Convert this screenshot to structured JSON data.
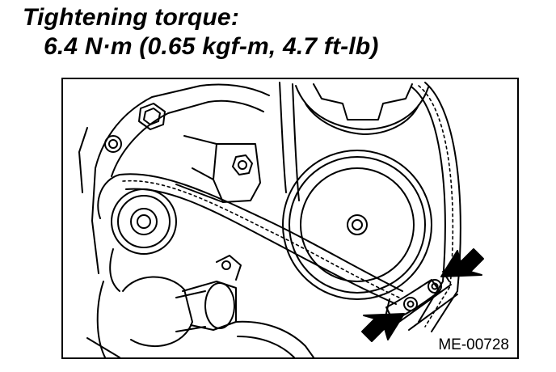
{
  "heading": {
    "line1": "Tightening torque:",
    "line2": "6.4 N·m (0.65 kgf-m, 4.7 ft-lb)"
  },
  "figure": {
    "code": "ME-00728",
    "arrows": [
      "arrow-upper-right",
      "arrow-lower-left"
    ]
  }
}
